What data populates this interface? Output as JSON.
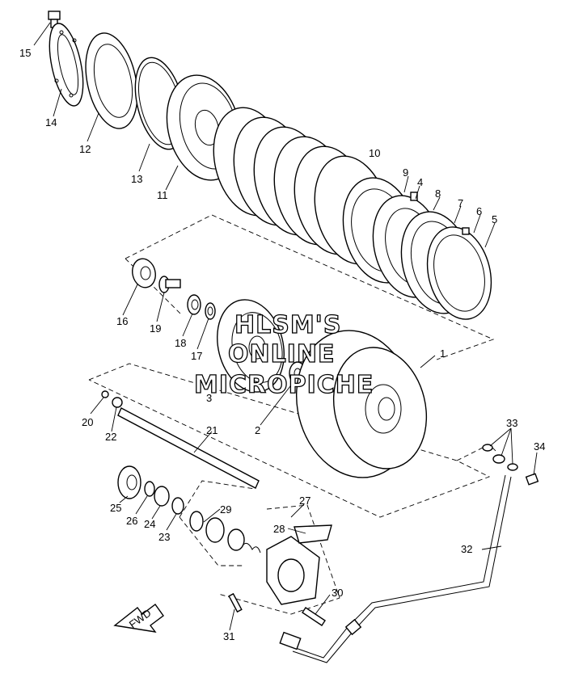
{
  "watermark": [
    "HLSM'S",
    "ONLINE",
    "MICROPICHE"
  ],
  "fwd_label": "FWD",
  "callouts": [
    "15",
    "14",
    "12",
    "13",
    "11",
    "10",
    "9",
    "4",
    "8",
    "7",
    "6",
    "5",
    "16",
    "19",
    "18",
    "17",
    "3",
    "1",
    "2",
    "20",
    "22",
    "21",
    "25",
    "26",
    "24",
    "23",
    "29",
    "27",
    "28",
    "33",
    "34",
    "32",
    "30",
    "31"
  ]
}
